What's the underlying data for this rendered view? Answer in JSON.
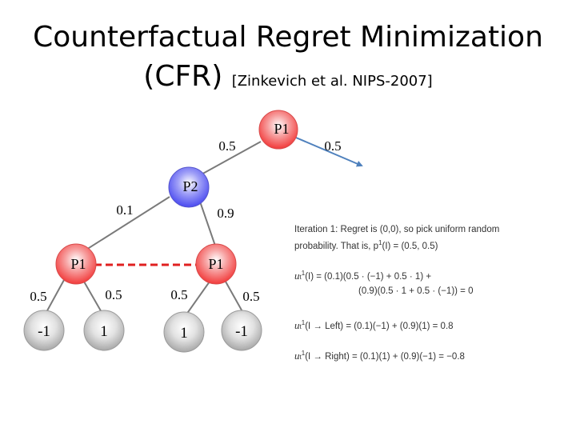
{
  "title": {
    "line1": "Counterfactual Regret Minimization",
    "line2_main": "(CFR) ",
    "line2_cite": "[Zinkevich et al. NIPS-2007]"
  },
  "tree": {
    "root": {
      "label": "P1",
      "left_prob": "0.5",
      "right_prob": "0.5"
    },
    "p2": {
      "label": "P2",
      "left_prob": "0.1",
      "right_prob": "0.9"
    },
    "p1_left": {
      "label": "P1",
      "left_prob": "0.5",
      "right_prob": "0.5"
    },
    "p1_right": {
      "label": "P1",
      "left_prob": "0.5",
      "right_prob": "0.5"
    },
    "leaves": [
      "-1",
      "1",
      "1",
      "-1"
    ]
  },
  "colors": {
    "root_node": "#f23a3a",
    "p2_node": "#4a4af0",
    "p1_node": "#f23a3a",
    "leaf_node": "#b5b5b5",
    "edge": "#7a7a7a",
    "arrow": "#4f81bd",
    "info_set_line": "#e02020"
  },
  "panel": {
    "iteration_line1": "Iteration 1: Regret is (0,0), so pick uniform random",
    "iteration_line2_a": "probability. That is, p",
    "iteration_line2_sup": "1",
    "iteration_line2_b": "(I) = (0.5, 0.5)",
    "eq1_lhs": "u",
    "eq1_sub": "t",
    "eq1_sup": "1",
    "eq1_arg": "(I)",
    "eq1_rhs_a": " = (0.1)(0.5 · (−1) + 0.5 · 1) +",
    "eq1_rhs_b": "(0.9)(0.5 · 1 + 0.5 · (−1)) = 0",
    "eq2_arg": "(I → Left)",
    "eq2_rhs": " = (0.1)(−1) + (0.9)(1) = 0.8",
    "eq3_arg": "(I → Right)",
    "eq3_rhs": " = (0.1)(1) + (0.9)(−1) = −0.8"
  }
}
